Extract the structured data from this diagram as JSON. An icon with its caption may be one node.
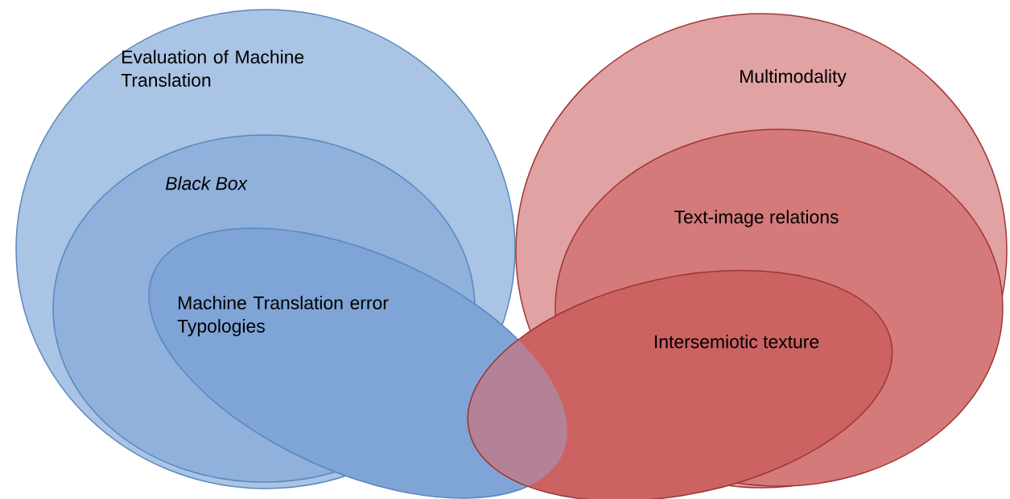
{
  "diagram": {
    "nodes": [
      {
        "text": [
          "Evaluation of Machine Translation"
        ]
      },
      {
        "text": [
          "Black Box"
        ],
        "in": 0
      },
      {
        "text": [
          "Machine Translation error Typologies"
        ]
      },
      {
        "text": [
          "Multimodality"
        ]
      },
      {
        "text": [
          "Text-image relations"
        ],
        "in": 3
      },
      {
        "text": [
          "Intersemiotic texture"
        ]
      }
    ]
  }
}
